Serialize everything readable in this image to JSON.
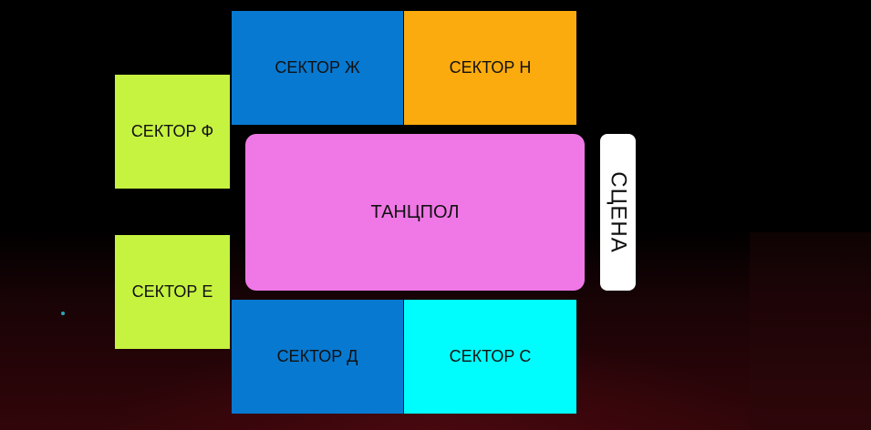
{
  "sectors": {
    "zh": "СЕКТОР Ж",
    "n": "СЕКТОР Н",
    "f": "СЕКТОР Ф",
    "e": "СЕКТОР Е",
    "d": "СЕКТОР Д",
    "s": "СЕКТОР С"
  },
  "dancefloor": "ТАНЦПОЛ",
  "stage": "СЦЕНА",
  "colors": {
    "blue": "#0779d1",
    "orange": "#fbab0e",
    "lime": "#c6f340",
    "cyan": "#00fdfd",
    "pink": "#f078e6",
    "stage": "#ffffff",
    "background": "#000000"
  }
}
